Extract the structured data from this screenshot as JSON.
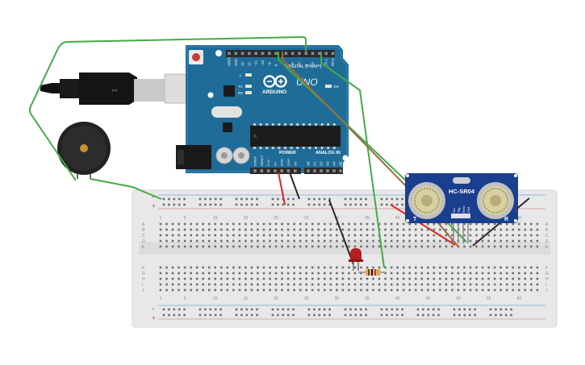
{
  "arduino": {
    "brand": "ARDUINO",
    "model": "UNO",
    "digital_label": "DIGITAL (PWM~)",
    "power_label": "POWER",
    "analog_label": "ANALOG IN",
    "led_l": "L",
    "led_tx": "TX",
    "led_rx": "RX",
    "led_on": "ON",
    "header_top_pins": [
      "AREF",
      "GND",
      "13",
      "12",
      "~11",
      "~10",
      "~9",
      "8",
      "7",
      "~6",
      "~5",
      "4",
      "~3",
      "2",
      "TX 1",
      "RX 0"
    ],
    "power_pins": [
      "IOREF",
      "RESET",
      "3.3V",
      "5V",
      "GND",
      "GND",
      "Vin"
    ],
    "analog_pins": [
      "A0",
      "A1",
      "A2",
      "A3",
      "A4",
      "A5"
    ]
  },
  "sensor": {
    "name": "HC-SR04",
    "left_label": "T",
    "right_label": "R",
    "pins": [
      "Vcc",
      "Trig",
      "Echo",
      "Gnd"
    ]
  },
  "breadboard": {
    "column_numbers": [
      "1",
      "5",
      "10",
      "15",
      "20",
      "25",
      "30",
      "35",
      "40",
      "45",
      "50",
      "55",
      "60"
    ],
    "rows_top": [
      "A",
      "B",
      "C",
      "D",
      "E"
    ],
    "rows_bottom": [
      "F",
      "G",
      "H",
      "I",
      "J"
    ],
    "rail_plus": "+",
    "rail_minus": "-"
  },
  "colors": {
    "board": "#1f6c99",
    "wire_green": "#43ab45",
    "wire_brown": "#9b6b3f",
    "wire_red": "#e02424",
    "wire_black": "#2a2a2a",
    "sensor_blue": "#1b3f8f",
    "breadboard": "#e6e6e6"
  }
}
